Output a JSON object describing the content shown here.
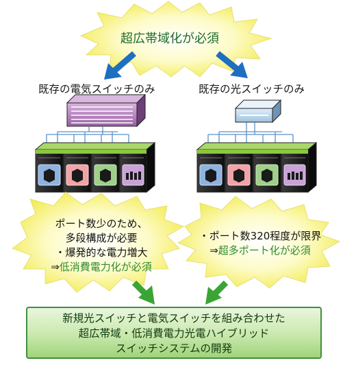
{
  "top_burst": {
    "label": "超広帯域化が必須"
  },
  "left_column": {
    "title": "既存の電気スイッチのみ"
  },
  "right_column": {
    "title": "既存の光スイッチのみ"
  },
  "left_burst": {
    "line1": "ポート数少のため、",
    "line2": "多段構成が必要",
    "line3": "・爆発的な電力増大",
    "line4_prefix": "⇒",
    "line4_highlight": "低消費電力化が必須"
  },
  "right_burst": {
    "line1": "・ポート数320程度が限界",
    "line2_prefix": "⇒",
    "line2_highlight": "超多ポート化が必須"
  },
  "result_box": {
    "line1": "新規光スイッチと電気スイッチを組み合わせた",
    "line2": "超広帯域・低消費電力光電ハイブリッド",
    "line3": "スイッチシステムの開発"
  },
  "colors": {
    "burst_fill": "#fbf79a",
    "blue_arrow": "#1f6fc0",
    "green_arrow": "#3aa535",
    "electric_switch": "#b07ab8",
    "optical_switch": "#b9d6ea",
    "server_top": "#8cc63f",
    "panel_blue": "#8fb3e0",
    "panel_pink": "#f2a3a8",
    "panel_green": "#9ed08a",
    "panel_purple": "#c9a3d6"
  }
}
